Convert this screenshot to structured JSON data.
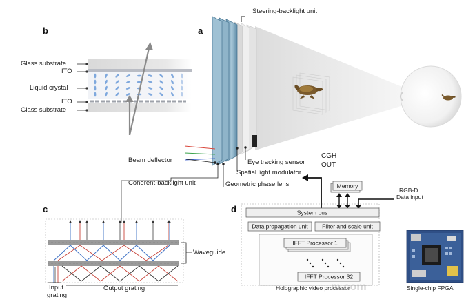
{
  "panels": {
    "a": "a",
    "b": "b",
    "c": "c",
    "d": "d"
  },
  "top_label": "Steering-backlight unit",
  "layers_b": {
    "glass_top": "Glass substrate",
    "ito_top": "ITO",
    "liquid": "Liquid crystal",
    "ito_bottom": "ITO",
    "glass_bottom": "Glass substrate"
  },
  "callouts_a": {
    "beam_deflector": "Beam deflector",
    "coherent_backlight": "Coherent-backlight unit",
    "geometric_phase": "Geometric phase lens",
    "slm": "Spatial light modulator",
    "eye_tracking": "Eye tracking sensor"
  },
  "panel_c": {
    "waveguide": "Waveguide",
    "input_grating_1": "Input",
    "input_grating_2": "grating",
    "output_grating": "Output grating"
  },
  "panel_d": {
    "cgh_1": "CGH",
    "cgh_2": "OUT",
    "memory": "Memory",
    "rgbd_1": "RGB-D",
    "rgbd_2": "Data input",
    "system_bus": "System bus",
    "data_prop": "Data propagation unit",
    "filter_scale": "Filter and scale unit",
    "ifft_1": "IFFT Processor 1",
    "ifft_32": "IFFT Processor 32",
    "holographic": "Holographic video processor",
    "fpga": "Single-chip FPGA"
  },
  "watermark": "m.com",
  "colors": {
    "accent_blue": "#3a6fc4",
    "accent_red": "#c8443a",
    "waveguide_gray": "#9a9a9a",
    "lc_blue": "#6a9ad8"
  }
}
